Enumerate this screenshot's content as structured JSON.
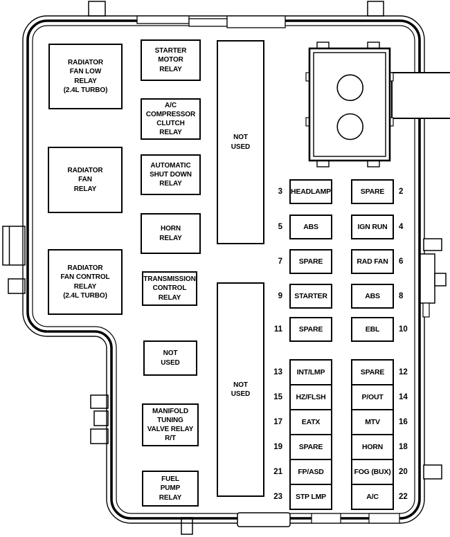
{
  "diagram": {
    "type": "fuse-box-diagram",
    "colors": {
      "line": "#000000",
      "background": "#ffffff"
    }
  },
  "relays": {
    "radiator_fan_low": "RADIATOR\nFAN LOW\nRELAY\n(2.4L TURBO)",
    "starter_motor": "STARTER\nMOTOR\nRELAY",
    "ac_compressor": "A/C\nCOMPRESSOR\nCLUTCH\nRELAY",
    "radiator_fan": "RADIATOR\nFAN\nRELAY",
    "automatic_shut_down": "AUTOMATIC\nSHUT DOWN\nRELAY",
    "horn": "HORN\nRELAY",
    "radiator_fan_control": "RADIATOR\nFAN CONTROL\nRELAY\n(2.4L TURBO)",
    "transmission_control": "TRANSMISSION\nCONTROL\nRELAY",
    "not_used_small": "NOT\nUSED",
    "manifold_tuning": "MANIFOLD\nTUNING\nVALVE RELAY\nR/T",
    "fuel_pump": "FUEL\nPUMP\nRELAY",
    "not_used_tall_upper": "NOT\nUSED",
    "not_used_tall_lower": "NOT\nUSED"
  },
  "fuses": {
    "upper": [
      {
        "left_no": "3",
        "left": "HEADLAMP",
        "right": "SPARE",
        "right_no": "2"
      },
      {
        "left_no": "5",
        "left": "ABS",
        "right": "IGN RUN",
        "right_no": "4"
      },
      {
        "left_no": "7",
        "left": "SPARE",
        "right": "RAD FAN",
        "right_no": "6"
      },
      {
        "left_no": "9",
        "left": "STARTER",
        "right": "ABS",
        "right_no": "8"
      },
      {
        "left_no": "11",
        "left": "SPARE",
        "right": "EBL",
        "right_no": "10"
      }
    ],
    "lower": [
      {
        "left_no": "13",
        "left": "INT/LMP",
        "right": "SPARE",
        "right_no": "12"
      },
      {
        "left_no": "15",
        "left": "HZ/FLSH",
        "right": "P/OUT",
        "right_no": "14"
      },
      {
        "left_no": "17",
        "left": "EATX",
        "right": "MTV",
        "right_no": "16"
      },
      {
        "left_no": "19",
        "left": "SPARE",
        "right": "HORN",
        "right_no": "18"
      },
      {
        "left_no": "21",
        "left": "FP/ASD",
        "right": "FOG (BUX)",
        "right_no": "20"
      },
      {
        "left_no": "23",
        "left": "STP LMP",
        "right": "A/C",
        "right_no": "22"
      }
    ]
  }
}
